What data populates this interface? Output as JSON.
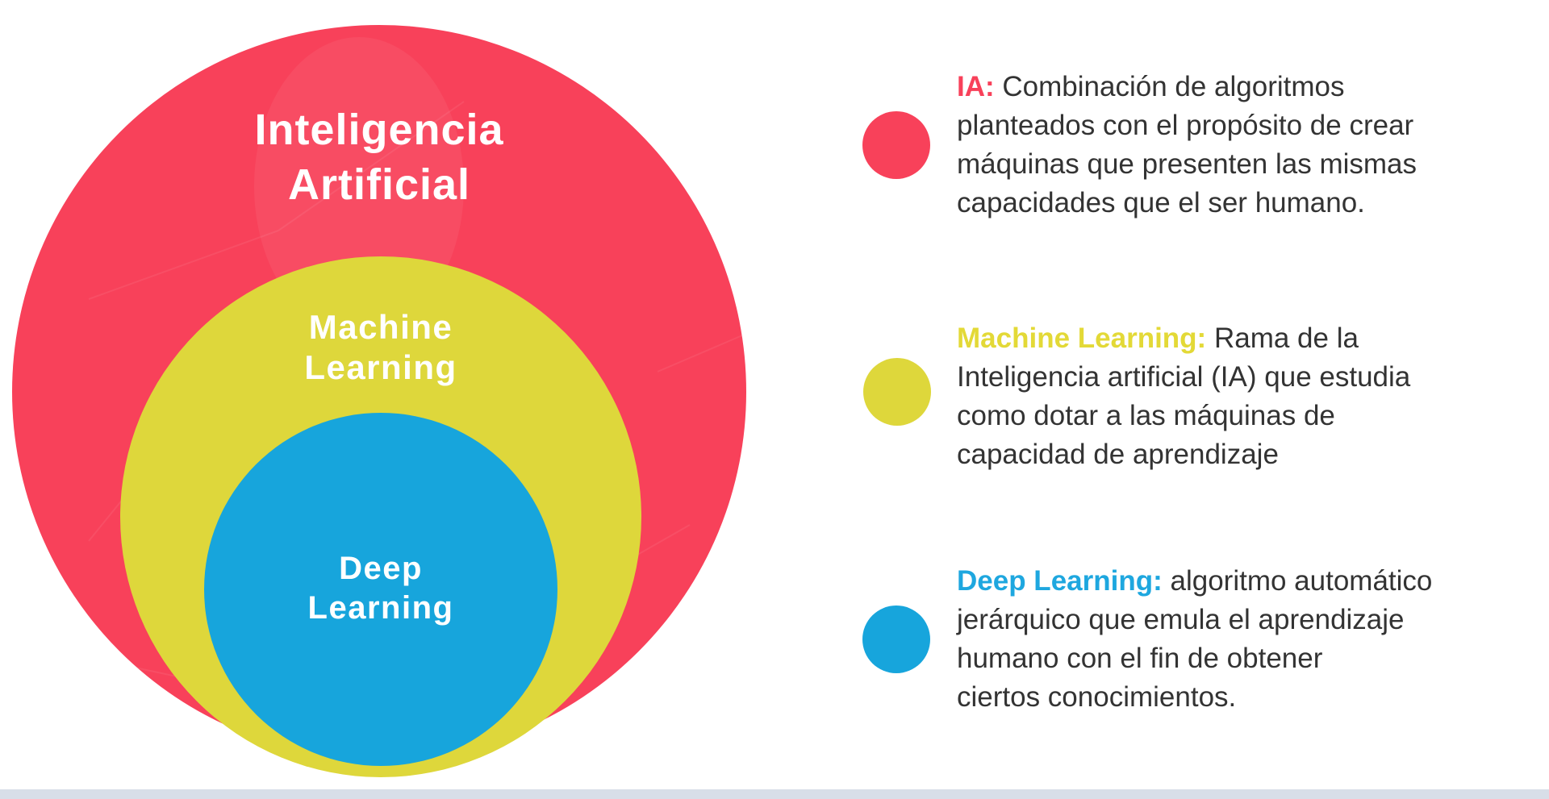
{
  "background_color": "#ffffff",
  "bottom_bar_color": "#d8dee8",
  "diagram": {
    "ai": {
      "line1": "Inteligencia",
      "line2": "Artificial",
      "color": "#f8415a"
    },
    "ml": {
      "line1": "Machine",
      "line2": "Learning",
      "color": "#ded73b"
    },
    "dl": {
      "line1": "Deep",
      "line2": "Learning",
      "color": "#17a5dc"
    }
  },
  "legend": {
    "items": [
      {
        "term": "IA:",
        "term_color": "#f8415a",
        "dot_color": "#f8415a",
        "lines": [
          "Combinación de algoritmos",
          "planteados con el propósito de crear",
          "máquinas que presenten las mismas",
          "capacidades que el ser humano."
        ]
      },
      {
        "term": "Machine Learning:",
        "term_color": "#e3d937",
        "dot_color": "#ded73b",
        "lines": [
          "Rama de la",
          "Inteligencia artificial (IA) que estudia",
          "como dotar a las máquinas de",
          "capacidad de aprendizaje"
        ]
      },
      {
        "term": "Deep Learning:",
        "term_color": "#1ea7df",
        "dot_color": "#17a5dc",
        "lines": [
          "algoritmo automático",
          "jerárquico que emula el aprendizaje",
          "humano con el fin de obtener",
          "ciertos conocimientos."
        ]
      }
    ]
  }
}
